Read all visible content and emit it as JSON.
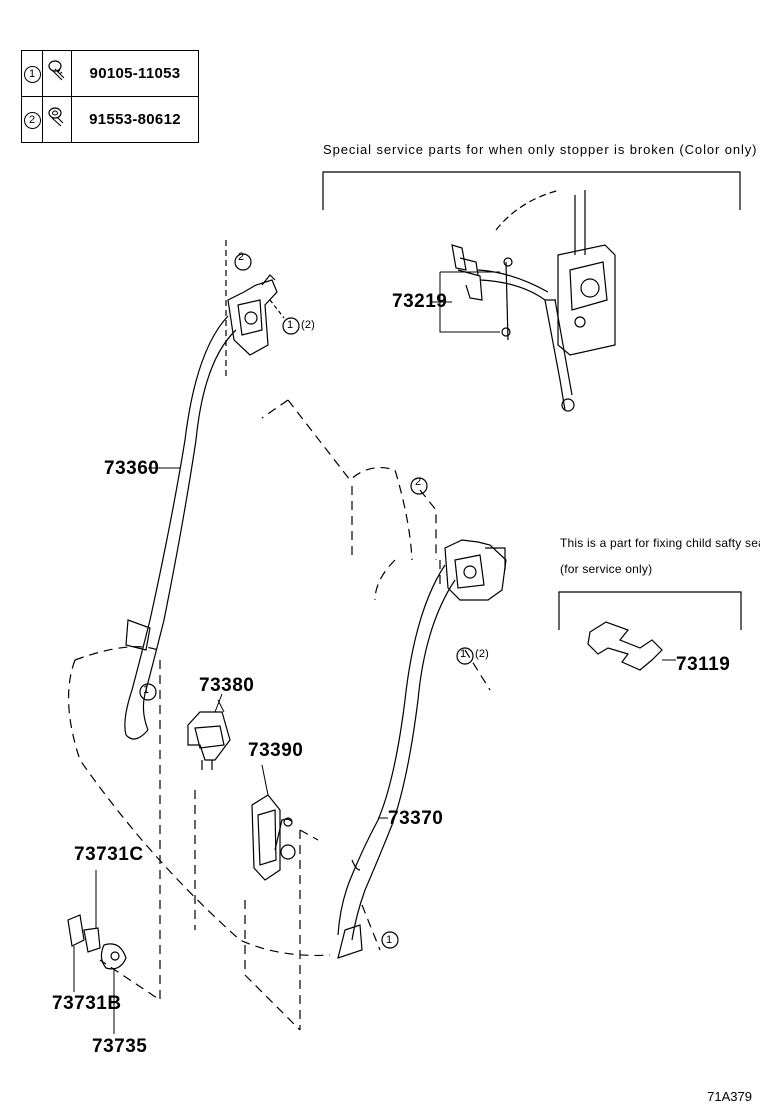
{
  "legend": [
    {
      "index": "1",
      "part_no": "90105-11053"
    },
    {
      "index": "2",
      "part_no": "91553-80612"
    }
  ],
  "notes": {
    "special_service": "Special service parts for when only stopper is broken (Color only)",
    "child_seat_line1": "This is a part for fixing child safty seat",
    "child_seat_line2": "(for service only)"
  },
  "labels": {
    "p73219": "73219",
    "p73360": "73360",
    "p73380": "73380",
    "p73390": "73390",
    "p73370": "73370",
    "p73119": "73119",
    "p73731C": "73731C",
    "p73731B": "73731B",
    "p73735": "73735"
  },
  "callouts": {
    "c1": "1",
    "c2": "2",
    "qty2": "(2)"
  },
  "diagram_code": "71A379"
}
